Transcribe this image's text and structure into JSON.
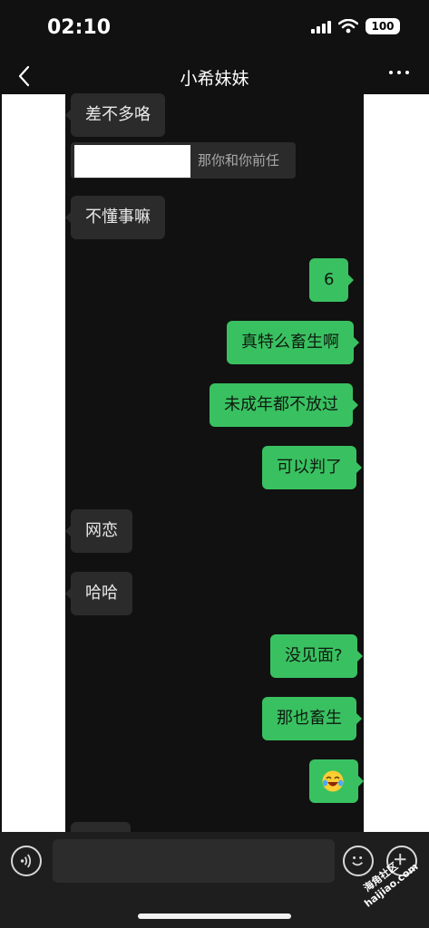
{
  "status_bar": {
    "time": "02:10",
    "battery": "100"
  },
  "header": {
    "title": "小希妹妹"
  },
  "messages": [
    {
      "side": "left",
      "text": "差不多咯"
    },
    {
      "side": "left",
      "type": "quote",
      "text": "那你和你前任"
    },
    {
      "side": "left",
      "text": "不懂事嘛"
    },
    {
      "side": "right",
      "text": "6"
    },
    {
      "side": "right",
      "text": "真特么畜生啊"
    },
    {
      "side": "right",
      "text": "未成年都不放过"
    },
    {
      "side": "right",
      "text": "可以判了"
    },
    {
      "side": "left",
      "text": "网恋"
    },
    {
      "side": "left",
      "text": "哈哈"
    },
    {
      "side": "right",
      "text": "没见面?"
    },
    {
      "side": "right",
      "text": "那也畜生"
    },
    {
      "side": "right",
      "type": "emoji",
      "icon": "laughing-crying-face-icon"
    }
  ],
  "watermark": {
    "line1": "海角社区",
    "line2": "haijiao.com"
  },
  "colors": {
    "background": "#111111",
    "bubble_left": "#2b2b2b",
    "bubble_right": "#39c161",
    "redaction": "#ffffff"
  }
}
